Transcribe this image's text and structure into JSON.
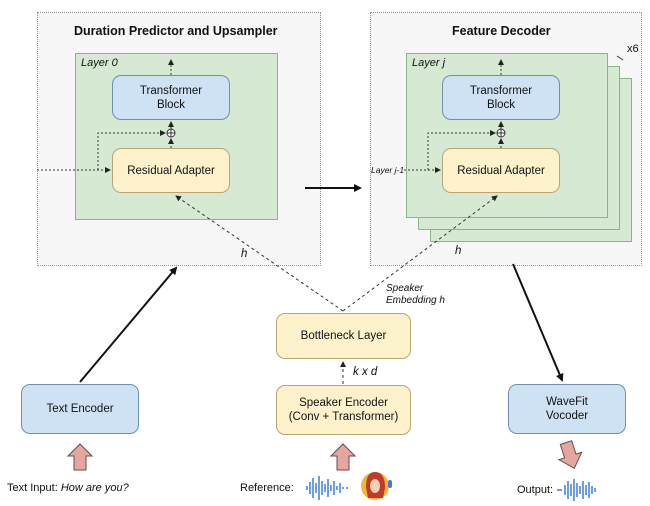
{
  "duration_predictor": {
    "title": "Duration Predictor and Upsampler",
    "layer_label": "Layer 0",
    "transformer_block": "Transformer Block",
    "residual_adapter": "Residual Adapter"
  },
  "feature_decoder": {
    "title": "Feature Decoder",
    "repeat_label": "x6",
    "layer_label": "Layer j",
    "input_label": "Layer j-1",
    "transformer_block": "Transformer Block",
    "residual_adapter": "Residual Adapter"
  },
  "labels": {
    "h_left": "h",
    "h_right": "h",
    "speaker_embedding_line1": "Speaker",
    "speaker_embedding_line2": "Embedding h",
    "kxd": "k x d"
  },
  "bottleneck_layer": "Bottleneck Layer",
  "speaker_encoder": {
    "line1": "Speaker Encoder",
    "line2": "(Conv + Transformer)"
  },
  "text_encoder": "Text Encoder",
  "vocoder": {
    "line1": "WaveFit",
    "line2": "Vocoder"
  },
  "footer": {
    "text_input_prefix": "Text Input: ",
    "text_input_value": "How are you?",
    "reference_label": "Reference:",
    "output_label": "Output:"
  },
  "colors": {
    "frame_bg": "#f7f7f7",
    "layer_green": "#d6ead3",
    "block_blue": "#cfe2f3",
    "block_yellow": "#fdf2cc",
    "input_arrow": "#e6a6a0",
    "waveform_blue": "#3b7dd8"
  }
}
